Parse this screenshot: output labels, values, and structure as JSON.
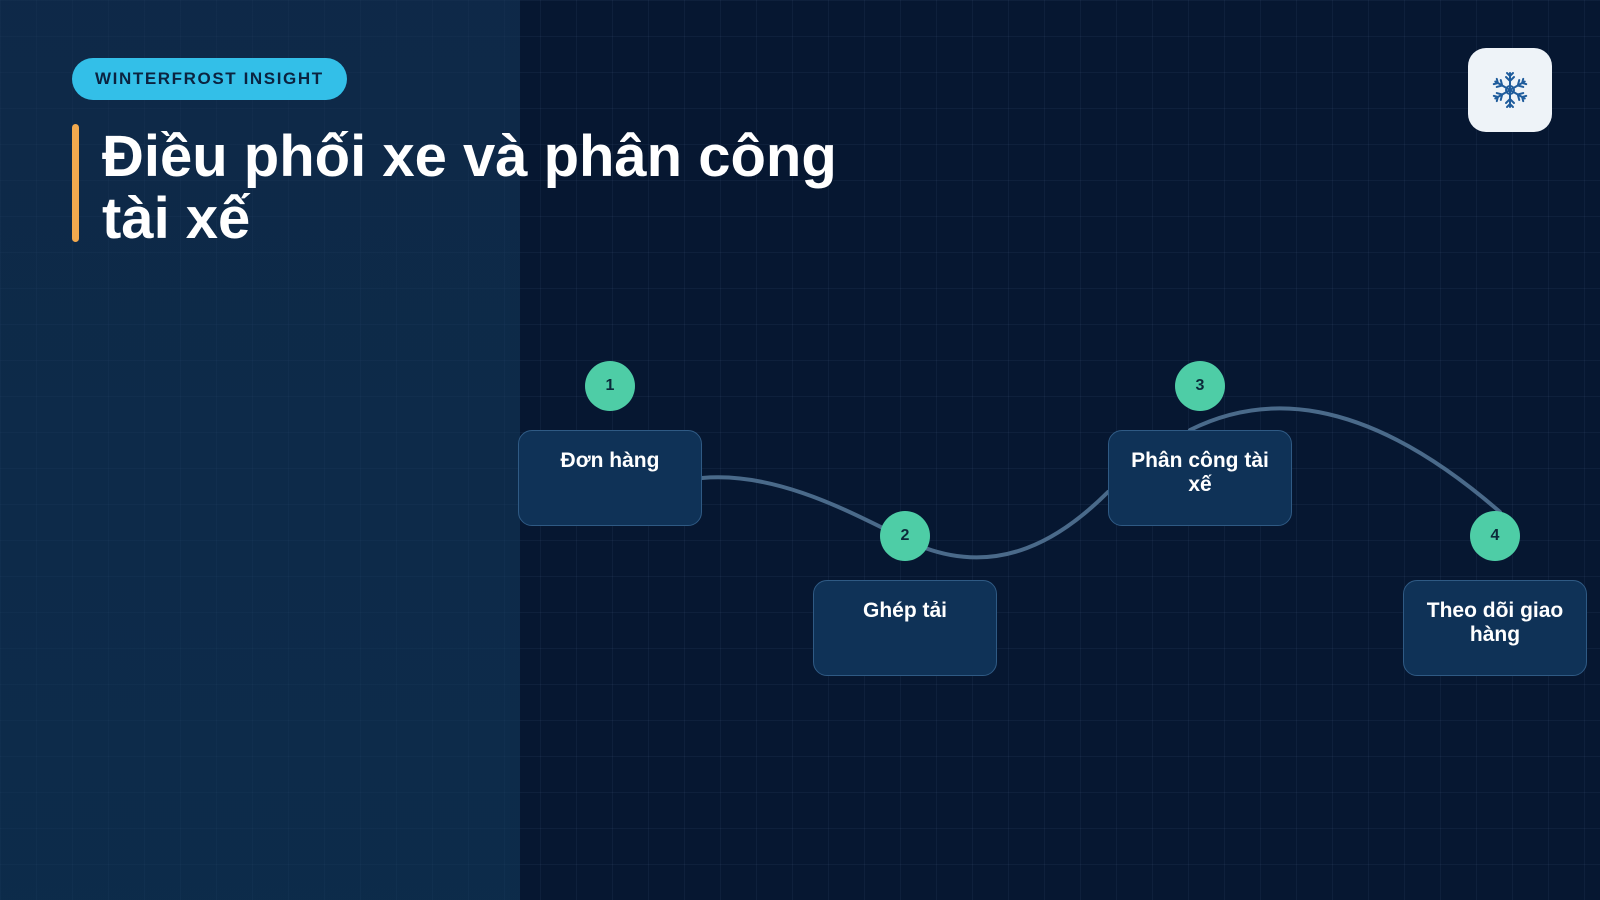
{
  "badge": "WINTERFROST INSIGHT",
  "title": "Điều phối xe và phân công tài xế",
  "logo_icon": "snowflake-icon",
  "colors": {
    "background": "#061731",
    "badge": "#33bfe8",
    "accent": "#f2a94e",
    "step_circle": "#4ecda6",
    "box_fill": "#0f3257",
    "connector": "#4a6a8a"
  },
  "steps": [
    {
      "number": "1",
      "label": "Đơn hàng"
    },
    {
      "number": "2",
      "label": "Ghép tải"
    },
    {
      "number": "3",
      "label": "Phân công tài xế"
    },
    {
      "number": "4",
      "label": "Theo dõi giao hàng"
    }
  ]
}
